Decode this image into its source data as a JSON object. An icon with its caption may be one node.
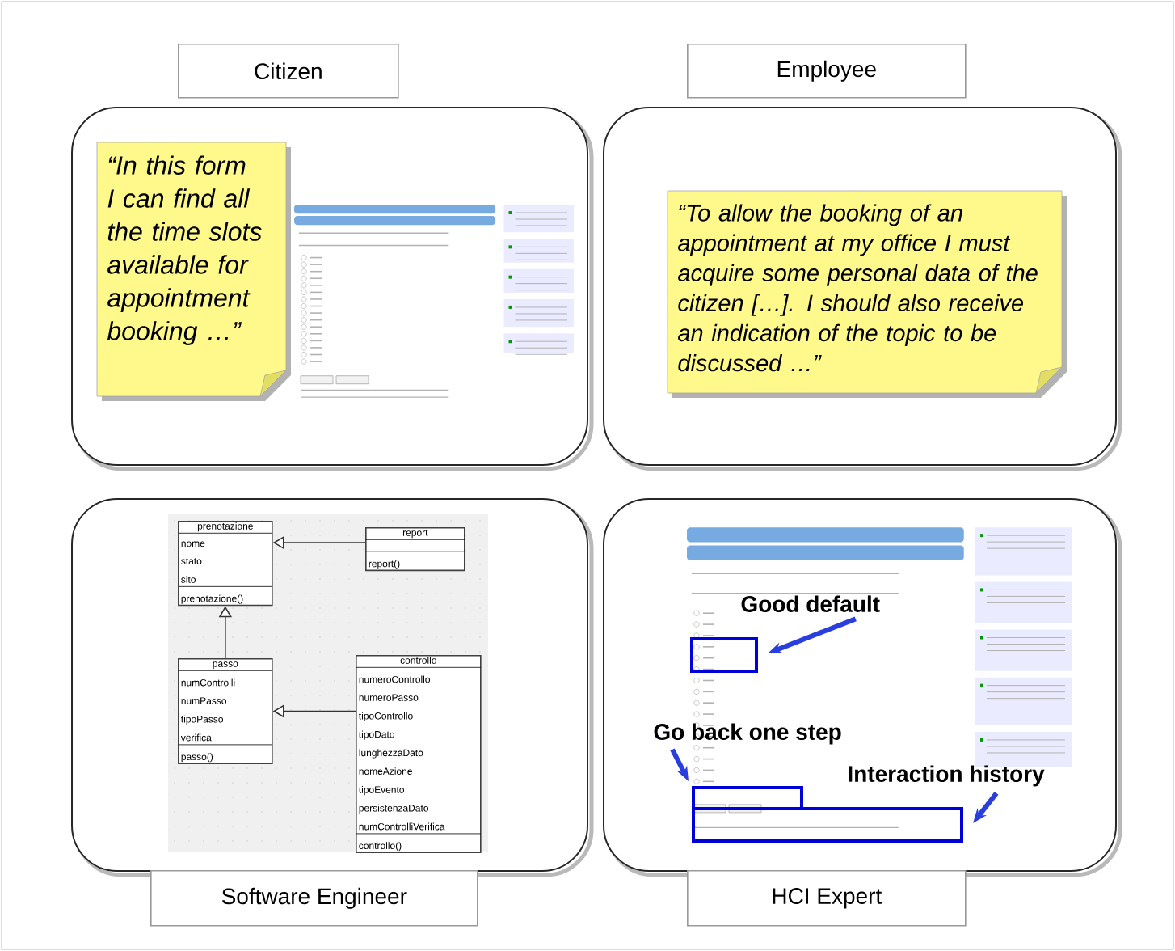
{
  "diagram": {
    "nodes": [
      {
        "text": [
          "Citizen"
        ]
      },
      {
        "text": [
          "Employee"
        ]
      },
      {
        "text": [],
        "shape": "box"
      },
      {
        "text": [
          "“In this form I can find all the time slots available for appointment booking …”"
        ],
        "in": 2
      },
      {
        "text": [],
        "shape": "picture",
        "in": 2
      },
      {
        "text": [],
        "shape": "box"
      },
      {
        "text": [
          "“To allow the booking of an appointment at my office I must acquire some personal data of the citizen […]. I should also receive an indication of the topic to be discussed …”"
        ],
        "in": 5
      },
      {
        "text": [],
        "shape": "box"
      },
      {
        "text": [
          "prenotazione",
          "nome",
          "stato",
          "sito",
          "prenotazione()"
        ],
        "in": 7
      },
      {
        "text": [
          "report",
          "report()"
        ],
        "in": 7
      },
      {
        "text": [
          "passo",
          "numControlli",
          "numPasso",
          "tipoPasso",
          "verifica",
          "passo()"
        ],
        "in": 7
      },
      {
        "text": [
          "controllo",
          "numeroControllo",
          "numeroPasso",
          "tipoControllo",
          "tipoDato",
          "lunghezzaDato",
          "nomeAzione",
          "tipoEvento",
          "persistenzaDato",
          "numControlliVerifica",
          "controllo()"
        ],
        "in": 7
      },
      {
        "text": [],
        "shape": "box"
      },
      {
        "text": [],
        "shape": "picture",
        "in": 12
      },
      {
        "text": [],
        "shape": "box",
        "in": 13
      },
      {
        "text": [
          "Good default"
        ],
        "in": 13
      },
      {
        "text": [
          "Go back one step"
        ],
        "in": 12
      },
      {
        "text": [],
        "shape": "box",
        "in": 13
      },
      {
        "text": [
          "Interaction history"
        ],
        "in": 13
      },
      {
        "text": [],
        "shape": "box",
        "in": 13
      },
      {
        "text": [
          "Software Engineer"
        ]
      },
      {
        "text": [
          "HCI Expert"
        ]
      }
    ],
    "edges": [
      {
        "from": 9,
        "to": 8,
        "arrow": "to"
      },
      {
        "from": 10,
        "to": 8,
        "arrow": "to"
      },
      {
        "from": 11,
        "to": 10,
        "arrow": "to"
      },
      {
        "from": 15,
        "to": 14,
        "arrow": "to",
        "style": "thick",
        "color": "#2a3ee0"
      },
      {
        "from": 16,
        "to": 17,
        "arrow": "to",
        "style": "thick",
        "color": "#2a3ee0"
      },
      {
        "from": 18,
        "to": 19,
        "arrow": "to",
        "style": "thick",
        "color": "#2a3ee0"
      }
    ]
  }
}
